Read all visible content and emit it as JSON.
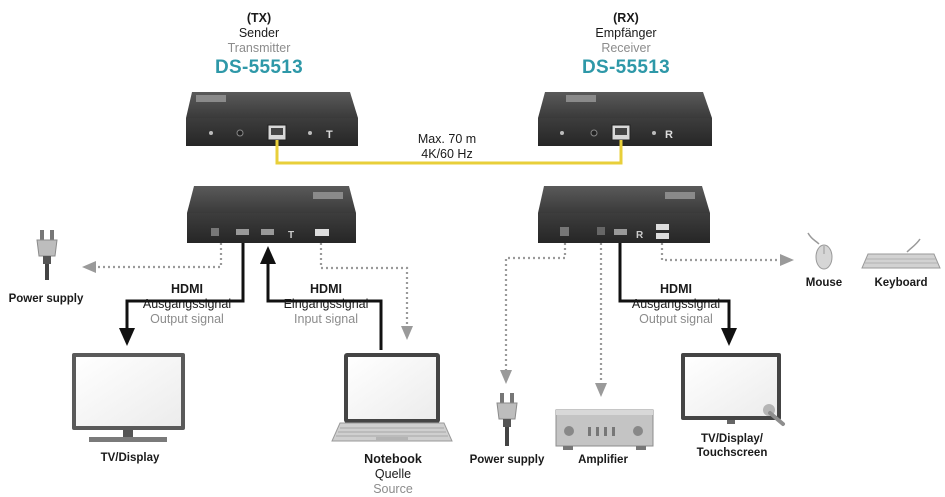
{
  "tx": {
    "role": "(TX)",
    "name_de": "Sender",
    "name_en": "Transmitter",
    "model": "DS-55513"
  },
  "rx": {
    "role": "(RX)",
    "name_de": "Empfänger",
    "name_en": "Receiver",
    "model": "DS-55513"
  },
  "link": {
    "distance": "Max. 70 m",
    "resolution": "4K/60 Hz"
  },
  "tx_output": {
    "title": "HDMI",
    "label_de": "Ausgangssignal",
    "label_en": "Output signal"
  },
  "tx_input": {
    "title": "HDMI",
    "label_de": "Eingangssignal",
    "label_en": "Input signal"
  },
  "rx_output": {
    "title": "HDMI",
    "label_de": "Ausgangssignal",
    "label_en": "Output signal"
  },
  "devices": {
    "power_supply_left": "Power supply",
    "tv_display": "TV/Display",
    "notebook": "Notebook",
    "notebook_de": "Quelle",
    "notebook_en": "Source",
    "power_supply_right": "Power supply",
    "amplifier": "Amplifier",
    "touch_display_line1": "TV/Display/",
    "touch_display_line2": "Touchscreen",
    "mouse": "Mouse",
    "keyboard": "Keyboard"
  },
  "colors": {
    "model_teal": "#2e98a8",
    "cat_cable": "#e8cf3a",
    "device_body": "#4a4a4a",
    "dotted_arrow": "#9a9a9a",
    "solid_arrow": "#111111"
  }
}
